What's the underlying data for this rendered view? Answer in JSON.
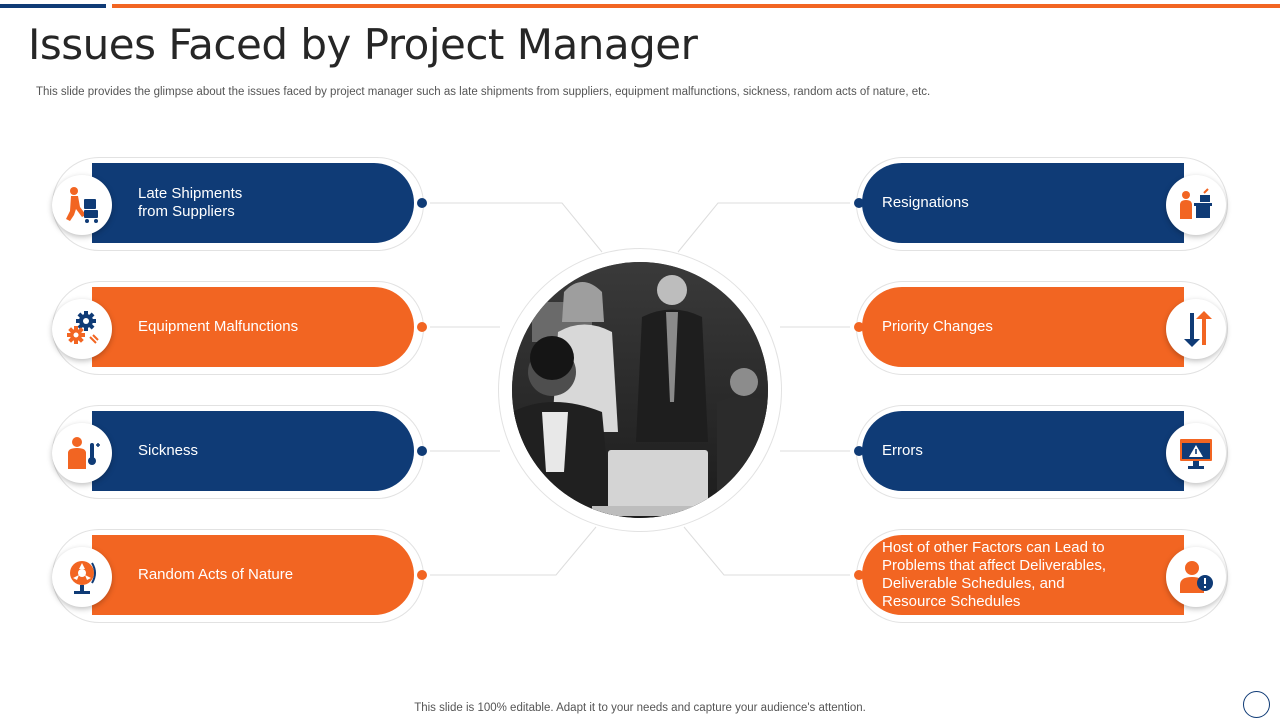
{
  "header": {
    "title": "Issues Faced by Project Manager",
    "subtitle": "This slide provides the glimpse about the issues faced by project manager such as late shipments from suppliers, equipment malfunctions, sickness, random acts of nature, etc."
  },
  "left_items": [
    {
      "label": "Late Shipments\nfrom Suppliers",
      "color": "#0f3b76",
      "icon": "delivery-person-icon"
    },
    {
      "label": "Equipment Malfunctions",
      "color": "#f26522",
      "icon": "gears-icon"
    },
    {
      "label": "Sickness",
      "color": "#0f3b76",
      "icon": "thermometer-person-icon"
    },
    {
      "label": "Random Acts of Nature",
      "color": "#f26522",
      "icon": "globe-hazard-icon"
    }
  ],
  "right_items": [
    {
      "label": "Resignations",
      "color": "#0f3b76",
      "icon": "person-desk-icon"
    },
    {
      "label": "Priority Changes",
      "color": "#f26522",
      "icon": "up-down-arrows-icon"
    },
    {
      "label": "Errors",
      "color": "#0f3b76",
      "icon": "monitor-warning-icon"
    },
    {
      "label": "Host of other Factors can Lead to\nProblems that affect Deliverables,\nDeliverable Schedules, and\nResource Schedules",
      "color": "#f26522",
      "icon": "person-alert-icon"
    }
  ],
  "footer": {
    "text": "This slide is 100% editable. Adapt it to your needs and capture your audience's attention."
  },
  "colors": {
    "primary_blue": "#0f3b76",
    "accent_orange": "#f26522"
  }
}
